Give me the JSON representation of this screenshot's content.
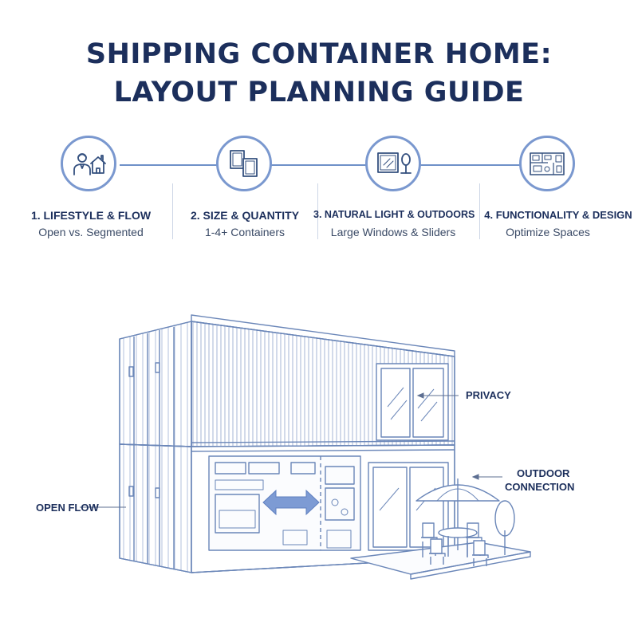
{
  "title": {
    "line1": "SHIPPING CONTAINER HOME:",
    "line2": "LAYOUT PLANNING GUIDE"
  },
  "steps": [
    {
      "icon": "person-house-icon",
      "title": "1. LIFESTYLE & FLOW",
      "subtitle": "Open vs. Segmented"
    },
    {
      "icon": "containers-icon",
      "title": "2. SIZE & QUANTITY",
      "subtitle": "1-4+ Containers"
    },
    {
      "icon": "window-tree-icon",
      "title": "3. NATURAL LIGHT & OUTDOORS",
      "subtitle": "Large Windows & Sliders"
    },
    {
      "icon": "floor-plan-icon",
      "title": "4. FUNCTIONALITY & DESIGN",
      "subtitle": "Optimize Spaces"
    }
  ],
  "callouts": {
    "privacy": "PRIVACY",
    "outdoor_line1": "OUTDOOR",
    "outdoor_line2": "CONNECTION",
    "open_flow": "OPEN FLOW"
  },
  "colors": {
    "title": "#1c2f5c",
    "accent": "#7a98cf",
    "line": "#6a86b8"
  }
}
